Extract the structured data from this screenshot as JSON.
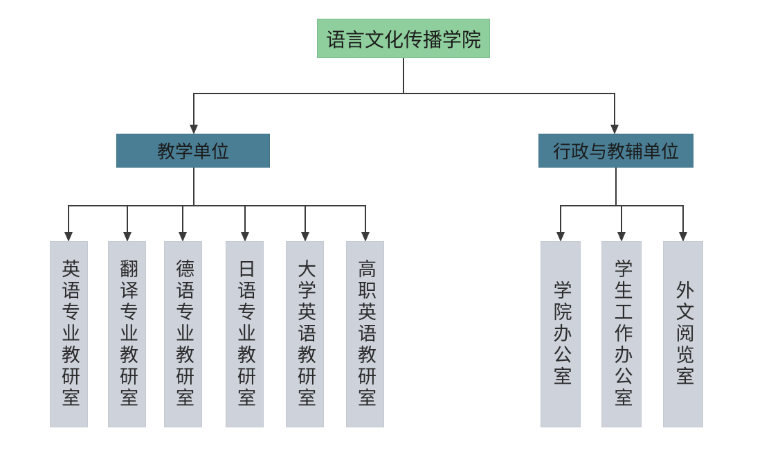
{
  "org_chart": {
    "root": {
      "label": "语言文化传播学院"
    },
    "branches": [
      {
        "label": "教学单位",
        "children": [
          {
            "label": "英语专业教研室"
          },
          {
            "label": "翻译专业教研室"
          },
          {
            "label": "德语专业教研室"
          },
          {
            "label": "日语专业教研室"
          },
          {
            "label": "大学英语教研室"
          },
          {
            "label": "高职英语教研室"
          }
        ]
      },
      {
        "label": "行政与教辅单位",
        "children": [
          {
            "label": "学院办公室"
          },
          {
            "label": "学生工作办公室"
          },
          {
            "label": "外文阅览室"
          }
        ]
      }
    ],
    "colors": {
      "root_fill": "#8fce9d",
      "root_border": "#7bbd8c",
      "branch_fill": "#4a7e95",
      "branch_border": "#42748a",
      "leaf_fill": "#cdd2db",
      "leaf_border": "#c3c8d2",
      "connector": "#3a3a3a"
    }
  }
}
